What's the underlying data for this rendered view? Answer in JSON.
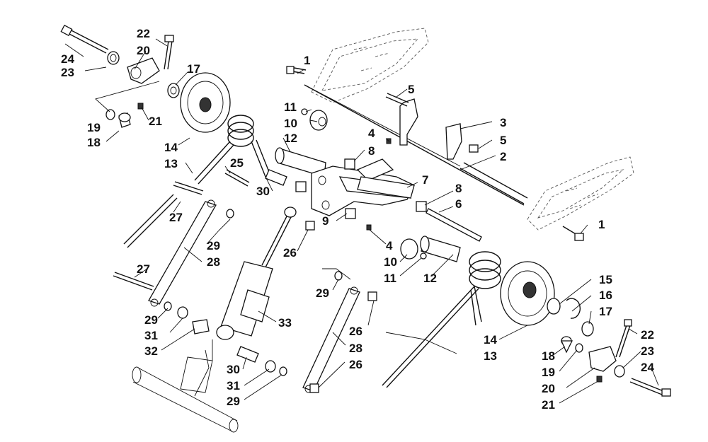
{
  "callouts": [
    {
      "id": "c24a",
      "text": "24"
    },
    {
      "id": "c23a",
      "text": "23"
    },
    {
      "id": "c22a",
      "text": "22"
    },
    {
      "id": "c20a",
      "text": "20"
    },
    {
      "id": "c17a",
      "text": "17"
    },
    {
      "id": "c19a",
      "text": "19"
    },
    {
      "id": "c18a",
      "text": "18"
    },
    {
      "id": "c21a",
      "text": "21"
    },
    {
      "id": "c14a",
      "text": "14"
    },
    {
      "id": "c13a",
      "text": "13"
    },
    {
      "id": "c1a",
      "text": "1"
    },
    {
      "id": "c5a",
      "text": "5"
    },
    {
      "id": "c11a",
      "text": "11"
    },
    {
      "id": "c10a",
      "text": "10"
    },
    {
      "id": "c12a",
      "text": "12"
    },
    {
      "id": "c3",
      "text": "3"
    },
    {
      "id": "c4a",
      "text": "4"
    },
    {
      "id": "c8a",
      "text": "8"
    },
    {
      "id": "c5b",
      "text": "5"
    },
    {
      "id": "c2",
      "text": "2"
    },
    {
      "id": "c25",
      "text": "25"
    },
    {
      "id": "c30a",
      "text": "30"
    },
    {
      "id": "c7",
      "text": "7"
    },
    {
      "id": "c8b",
      "text": "8"
    },
    {
      "id": "c27a",
      "text": "27"
    },
    {
      "id": "c6",
      "text": "6"
    },
    {
      "id": "c9",
      "text": "9"
    },
    {
      "id": "c1b",
      "text": "1"
    },
    {
      "id": "c29a",
      "text": "29"
    },
    {
      "id": "c26a",
      "text": "26"
    },
    {
      "id": "c4b",
      "text": "4"
    },
    {
      "id": "c28a",
      "text": "28"
    },
    {
      "id": "c10b",
      "text": "10"
    },
    {
      "id": "c27b",
      "text": "27"
    },
    {
      "id": "c11b",
      "text": "11"
    },
    {
      "id": "c12b",
      "text": "12"
    },
    {
      "id": "c15",
      "text": "15"
    },
    {
      "id": "c29b",
      "text": "29"
    },
    {
      "id": "c16",
      "text": "16"
    },
    {
      "id": "c33",
      "text": "33"
    },
    {
      "id": "c29c",
      "text": "29"
    },
    {
      "id": "c17b",
      "text": "17"
    },
    {
      "id": "c31a",
      "text": "31"
    },
    {
      "id": "c26b",
      "text": "26"
    },
    {
      "id": "c22b",
      "text": "22"
    },
    {
      "id": "c32",
      "text": "32"
    },
    {
      "id": "c23b",
      "text": "23"
    },
    {
      "id": "c14b",
      "text": "14"
    },
    {
      "id": "c18b",
      "text": "18"
    },
    {
      "id": "c13b",
      "text": "13"
    },
    {
      "id": "c28b",
      "text": "28"
    },
    {
      "id": "c24b",
      "text": "24"
    },
    {
      "id": "c19b",
      "text": "19"
    },
    {
      "id": "c30b",
      "text": "30"
    },
    {
      "id": "c26c",
      "text": "26"
    },
    {
      "id": "c31b",
      "text": "31"
    },
    {
      "id": "c20b",
      "text": "20"
    },
    {
      "id": "c29d",
      "text": "29"
    },
    {
      "id": "c21b",
      "text": "21"
    }
  ]
}
